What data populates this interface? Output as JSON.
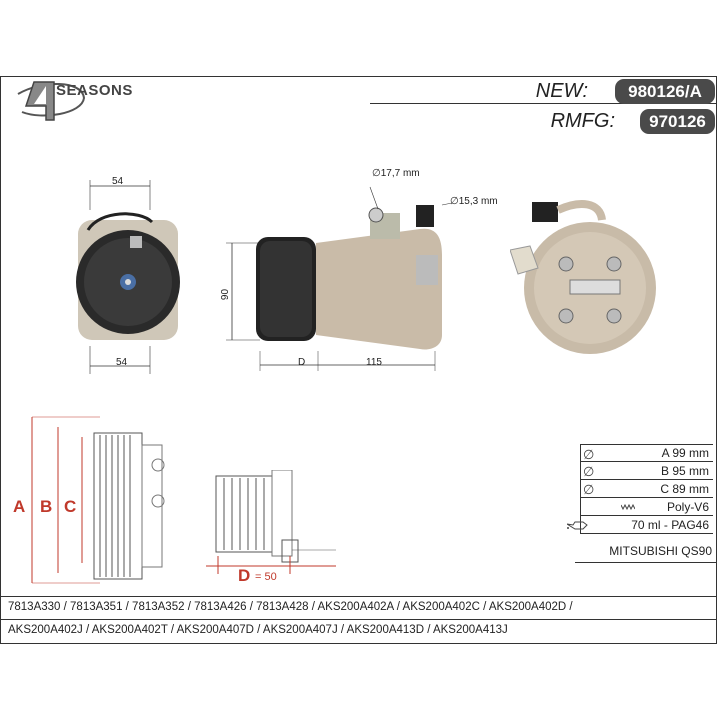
{
  "brand": {
    "name": "SEASONS",
    "numeral": "4"
  },
  "header": {
    "new_label": "NEW:",
    "new_value": "980126/A",
    "rmfg_label": "RMFG:",
    "rmfg_value": "970126"
  },
  "dimensions": {
    "front_width_top": "54",
    "front_width_bottom": "54",
    "height": "90",
    "d_label": "D",
    "length": "115",
    "diameter_1": "∅17,7 mm",
    "diameter_2": "∅15,3 mm"
  },
  "pulley_letters": {
    "a": "A",
    "b": "B",
    "c": "C"
  },
  "d_dimension": {
    "label": "D",
    "value": "= 50"
  },
  "specs": [
    {
      "icon": "diameter-icon",
      "text": "A 99 mm"
    },
    {
      "icon": "diameter-icon",
      "text": "B 95 mm"
    },
    {
      "icon": "diameter-icon",
      "text": "C 89 mm"
    },
    {
      "icon": "belt-icon",
      "text": "Poly-V6"
    },
    {
      "icon": "oil-can-icon",
      "text": "70 ml - PAG46"
    }
  ],
  "model": "MITSUBISHI QS90",
  "references": {
    "line1": "7813A330 / 7813A351 / 7813A352 / 7813A426 / 7813A428 / AKS200A402A / AKS200A402C / AKS200A402D /",
    "line2": "AKS200A402J / AKS200A402T / AKS200A407D / AKS200A407J / AKS200A413D / AKS200A413J"
  }
}
